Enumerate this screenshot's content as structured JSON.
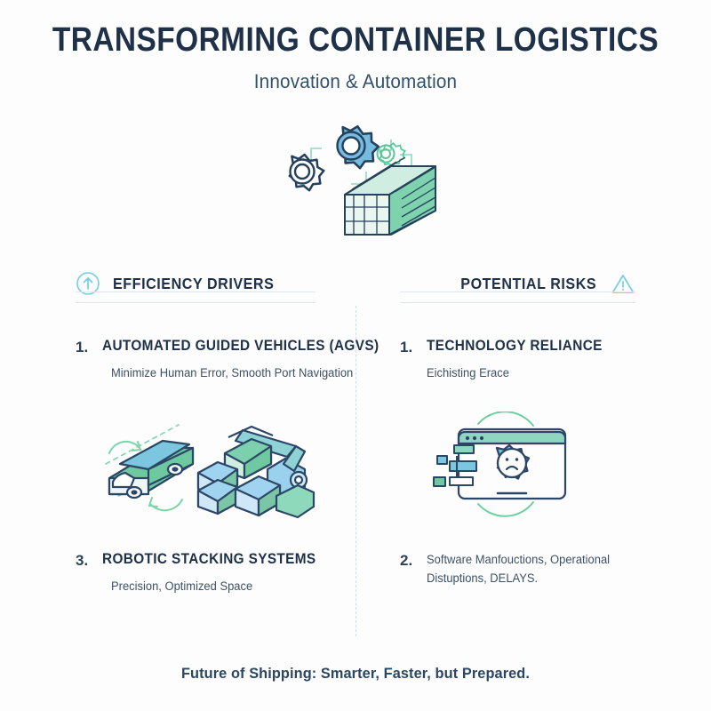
{
  "header": {
    "title": "TRANSFORMING CONTAINER LOGISTICS",
    "subtitle": "Innovation & Automation"
  },
  "hero": {
    "icon_name": "gears-and-shipping-container-illustration",
    "alt": "Three gears beside an isometric shipping container with circuit traces"
  },
  "columns": {
    "left": {
      "heading": "EFFICIENCY DRIVERS",
      "icon_name": "arrow-up-circle-icon",
      "icon_position": "left",
      "items": [
        {
          "number": "1.",
          "title": "AUTOMATED GUIDED VEHICLES (AGVS)",
          "description": "Minimize Human Error, Smooth Port Navigation"
        },
        {
          "number": "3.",
          "title": "ROBOTIC STACKING SYSTEMS",
          "description": "Precision, Optimized Space"
        }
      ],
      "illustration_name": "automated-guided-vehicle-and-robot-arm-illustration"
    },
    "right": {
      "heading": "POTENTIAL RISKS",
      "icon_name": "warning-triangle-icon",
      "icon_position": "right",
      "items": [
        {
          "number": "1.",
          "title": "TECHNOLOGY RELIANCE",
          "description": "Eichisting Erace"
        },
        {
          "number": "2.",
          "title": "",
          "description": "Software Manfouctions, Operational Distuptions, DELAYS."
        }
      ],
      "illustration_name": "laptop-with-sad-gear-error-illustration"
    }
  },
  "footer": {
    "text": "Future of Shipping: Smarter, Faster, but Prepared."
  },
  "colors": {
    "background": "#fdfdfd",
    "heading_navy": "#1e3148",
    "body_slate": "#3d5166",
    "accent_cyan": "#74cfe4",
    "accent_blue": "#6db9dd",
    "accent_green": "#74c99a",
    "rule_gray": "#dfe4ea",
    "divider_blue": "#c9ddf0"
  }
}
